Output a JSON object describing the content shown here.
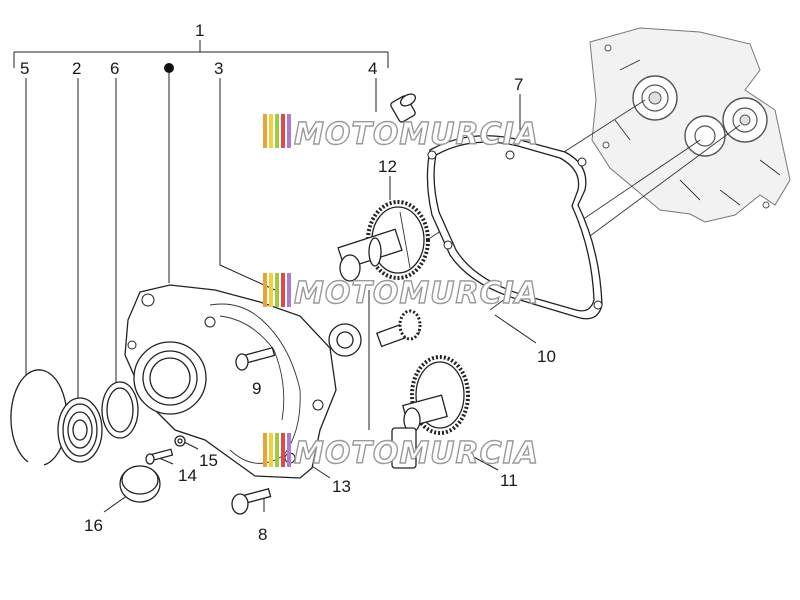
{
  "callouts": {
    "n1": "1",
    "n2": "2",
    "n3": "3",
    "n4": "4",
    "n5": "5",
    "n6": "6",
    "n7": "7",
    "n8": "8",
    "n9": "9",
    "n10": "10",
    "n11": "11",
    "n12": "12",
    "n13": "13",
    "n14": "14",
    "n15": "15",
    "n16": "16"
  },
  "watermark": {
    "text": "MOTOMURCIA",
    "colors": [
      "#e8a33a",
      "#f2d13a",
      "#9acb4a",
      "#e24a4a",
      "#b07ad0"
    ]
  }
}
